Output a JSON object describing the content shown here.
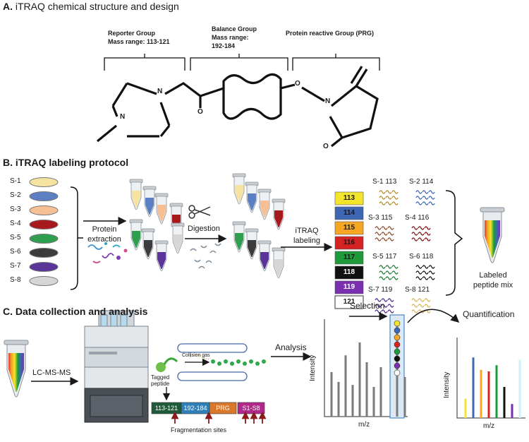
{
  "sections": {
    "a": {
      "letter": "A.",
      "title": "iTRAQ chemical structure and design"
    },
    "b": {
      "letter": "B.",
      "title": "iTRAQ labeling protocol"
    },
    "c": {
      "letter": "C.",
      "title": "Data collection and analysis"
    }
  },
  "structure": {
    "reporter": {
      "line1": "Reporter Group",
      "line2": "Mass range: 113-121"
    },
    "balance": {
      "line1": "Balance Group",
      "line2": "Mass range:",
      "line3": "192-184"
    },
    "prg": {
      "line1": "Protein reactive Group (PRG)"
    },
    "atoms": {
      "n_top": "N",
      "n_bottom": "N",
      "o_carbonyl": "O",
      "o_link": "O",
      "n_ring": "N",
      "o_ring": "O"
    }
  },
  "protocol": {
    "samples": [
      "S-1",
      "S-2",
      "S-3",
      "S-4",
      "S-5",
      "S-6",
      "S-7",
      "S-8"
    ],
    "sample_colors": [
      "#f6e3a0",
      "#5b7fc2",
      "#f7bf94",
      "#a8191d",
      "#2f9e4f",
      "#3c3c3c",
      "#5a3499",
      "#d6d6d6"
    ],
    "extraction": {
      "line1": "Protein",
      "line2": "extraction"
    },
    "digestion": "Digestion",
    "labeling": {
      "line1": "iTRAQ",
      "line2": "labeling"
    },
    "tags": [
      {
        "label": "113",
        "color": "#f2e52c",
        "text_color": "#1a1a1a"
      },
      {
        "label": "114",
        "color": "#3d66b3",
        "text_color": "#1a1a1a"
      },
      {
        "label": "115",
        "color": "#f5a623",
        "text_color": "#1a1a1a"
      },
      {
        "label": "116",
        "color": "#d62222",
        "text_color": "#1a1a1a"
      },
      {
        "label": "117",
        "color": "#1e9a3a",
        "text_color": "#1a1a1a"
      },
      {
        "label": "118",
        "color": "#111111",
        "text_color": "#ffffff"
      },
      {
        "label": "119",
        "color": "#7a2fb0",
        "text_color": "#ffffff"
      },
      {
        "label": "121",
        "color": "#ffffff",
        "text_color": "#1a1a1a"
      }
    ],
    "peptide_labels": [
      "S-1 113",
      "S-2 114",
      "S-3 115",
      "S-4 116",
      "S-5 117",
      "S-6 118",
      "S-7 119",
      "S-8 121"
    ],
    "peptide_colors": [
      "#b38a2a",
      "#3d66b3",
      "#8a4a20",
      "#7a1414",
      "#1e7a30",
      "#111111",
      "#4a2a90",
      "#d9b45a"
    ],
    "mix": {
      "line1": "Labeled",
      "line2": "peptide mix"
    }
  },
  "analysis": {
    "lcms": "LC-MS-MS",
    "collision_gas": "Collision gas",
    "tagged": {
      "line1": "Tagged",
      "line2": "peptide"
    },
    "fragments": [
      {
        "label": "113-121",
        "color": "#1f5a3a"
      },
      {
        "label": "192-184",
        "color": "#2f7fb8"
      },
      {
        "label": "PRG",
        "color": "#d9782a"
      },
      {
        "label": "S1-S8",
        "color": "#b0288a"
      }
    ],
    "fragmentation_sites": "Fragmentation sites",
    "analysis_label": "Analysis",
    "selection_label": "Selection",
    "quantification_label": "Quantification",
    "intensity_label": "Intensity",
    "mz_label": "m/z",
    "spectrum_peaks": [
      0.45,
      0.35,
      0.62,
      0.32,
      0.75,
      0.55,
      0.3,
      0.5,
      0.4
    ],
    "selected_peak": 0.95,
    "quant_peaks": [
      {
        "value": 0.25,
        "color": "#f2e52c"
      },
      {
        "value": 0.78,
        "color": "#3d66b3"
      },
      {
        "value": 0.62,
        "color": "#f5a623"
      },
      {
        "value": 0.6,
        "color": "#d62222"
      },
      {
        "value": 0.68,
        "color": "#1e9a3a"
      },
      {
        "value": 0.4,
        "color": "#111111"
      },
      {
        "value": 0.18,
        "color": "#7a2fb0"
      },
      {
        "value": 0.75,
        "color": "#cfeff5"
      }
    ],
    "selection_dots": [
      "#f2e52c",
      "#3d66b3",
      "#f5a623",
      "#d62222",
      "#1e9a3a",
      "#111111",
      "#7a2fb0",
      "#ffffff"
    ]
  }
}
